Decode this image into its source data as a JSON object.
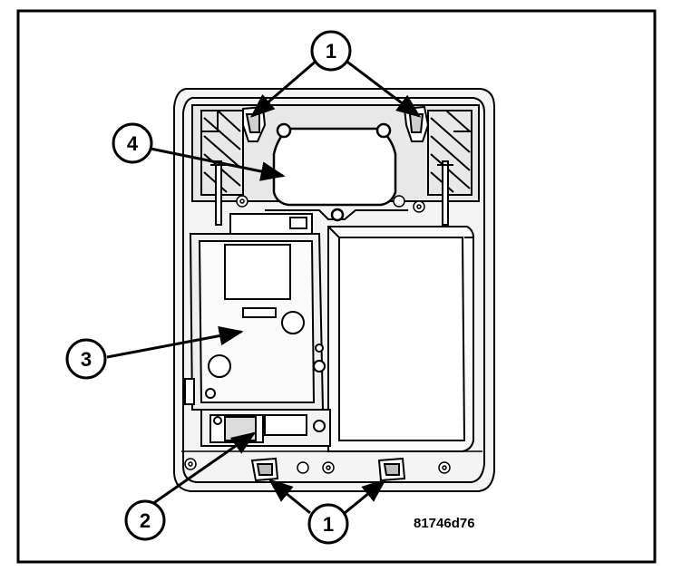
{
  "figure": {
    "id_code": "81746d76",
    "callouts": [
      {
        "label": "1"
      },
      {
        "label": "4"
      },
      {
        "label": "3"
      },
      {
        "label": "2"
      },
      {
        "label": "1"
      }
    ]
  }
}
